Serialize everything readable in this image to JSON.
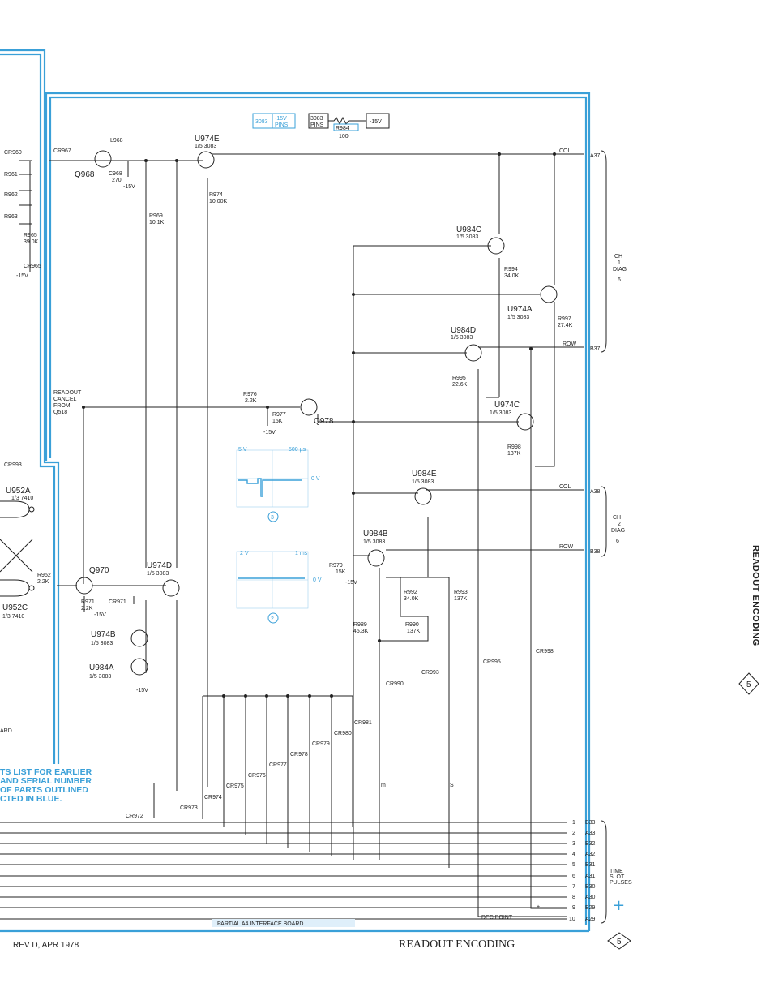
{
  "header_box_a": {
    "left": "3083",
    "right_top": "-15V",
    "right_bottom": "PINS"
  },
  "header_box_b": {
    "left_top": "3083",
    "left_bottom": "PINS",
    "resistor": "R984",
    "value": "100",
    "supply": "-15V"
  },
  "components": {
    "u974e": {
      "name": "U974E",
      "part": "1/5 3083"
    },
    "q968": "Q968",
    "l968": "L968",
    "cr967": "CR967",
    "c968": "C968",
    "c968_val": "270",
    "supply": "-15V",
    "r974": "R974",
    "r974_val": "10.00K",
    "r969": "R969",
    "r969_val": "10.1K",
    "cr960": "CR960",
    "r961": "R961",
    "r962": "R962",
    "r963": "R963",
    "r965": "R965",
    "r965_val": "39.0K",
    "cr965": "CR965",
    "u984c": {
      "name": "U984C",
      "part": "1/5 3083"
    },
    "r994": "R994",
    "r994_val": "34.0K",
    "u974a": {
      "name": "U974A",
      "part": "1/5 3083"
    },
    "r997": "R997",
    "r997_val": "27.4K",
    "u984d": {
      "name": "U984D",
      "part": "1/5 3083"
    },
    "r995": "R995",
    "r995_val": "22.6K",
    "u974c": {
      "name": "U974C",
      "part": "1/5 3083"
    },
    "r998": "R998",
    "r998_val": "137K",
    "readout_cancel": [
      "READOUT",
      "CANCEL",
      "FROM",
      "Q518"
    ],
    "r976": "R976",
    "r976_val": "2.2K",
    "r977": "R977",
    "r977_val": "15K",
    "q978": "Q978",
    "u984e": {
      "name": "U984E",
      "part": "1/5 3083"
    },
    "u984b": {
      "name": "U984B",
      "part": "1/5 3083"
    },
    "r979": "R979",
    "r979_val": "15K",
    "r992": "R992",
    "r992_val": "34.0K",
    "r993": "R993",
    "r993_val": "137K",
    "r989": "R989",
    "r989_val": "45.3K",
    "r990": "R990",
    "r990_val": "137K",
    "cr990": "CR990",
    "cr993": "CR993",
    "cr995": "CR995",
    "cr998": "CR998",
    "cr993_left": "CR993",
    "u952a": {
      "name": "U952A",
      "part": "1/3 7410"
    },
    "u952c": {
      "name": "U952C",
      "part": "1/3 7410"
    },
    "r952": "R952",
    "r952_val": "2.2K",
    "q970": "Q970",
    "r971": "R971",
    "r971_val": "2.2K",
    "cr971": "CR971",
    "u974d": {
      "name": "U974D",
      "part": "1/5 3083"
    },
    "u974b": {
      "name": "U974B",
      "part": "1/5 3083"
    },
    "u984a": {
      "name": "U984A",
      "part": "1/5 3083"
    },
    "cr972": "CR972",
    "cr973": "CR973",
    "cr974": "CR974",
    "cr975": "CR975",
    "cr976": "CR976",
    "cr977": "CR977",
    "cr978": "CR978",
    "cr979": "CR979",
    "cr980": "CR980",
    "cr981": "CR981",
    "bus_m": "m",
    "bus_s": "S"
  },
  "waveforms": [
    {
      "id": "3",
      "volts": "5 V",
      "time": "500 µs",
      "ref": "0 V"
    },
    {
      "id": "2",
      "volts": "2 V",
      "time": "1 ms",
      "ref": "0 V"
    }
  ],
  "outputs": {
    "col1": "COL",
    "a37": "A37",
    "row1": "ROW",
    "b37": "B37",
    "col2": "COL",
    "a38": "A38",
    "row2": "ROW",
    "b38": "B38",
    "ch1": [
      "CH",
      "1",
      "DIAG"
    ],
    "ch1_ref": "6",
    "ch2": [
      "CH",
      "2",
      "DIAG"
    ],
    "ch2_ref": "6",
    "time_slot": [
      "TIME",
      "SLOT",
      "PULSES"
    ],
    "dec_point": "DEC POINT",
    "plus": "+"
  },
  "pulses": [
    {
      "n": "1",
      "pin": "B33"
    },
    {
      "n": "2",
      "pin": "A33"
    },
    {
      "n": "3",
      "pin": "B32"
    },
    {
      "n": "4",
      "pin": "A32"
    },
    {
      "n": "5",
      "pin": "B31"
    },
    {
      "n": "6",
      "pin": "A31"
    },
    {
      "n": "7",
      "pin": "B30"
    },
    {
      "n": "8",
      "pin": "A30"
    },
    {
      "n": "9",
      "pin": "B29"
    },
    {
      "n": "10",
      "pin": "A29"
    }
  ],
  "note_lines": [
    "TS LIST FOR EARLIER",
    "AND SERIAL NUMBER",
    "OF PARTS OUTLINED",
    "CTED IN BLUE."
  ],
  "board_label": "PARTIAL A4 INTERFACE BOARD",
  "left_partial": "ARD",
  "rev": "REV D, APR 1978",
  "footer_title": "READOUT ENCODING",
  "footer_ref": "5",
  "side_title": "READOUT ENCODING",
  "side_ref": "5"
}
